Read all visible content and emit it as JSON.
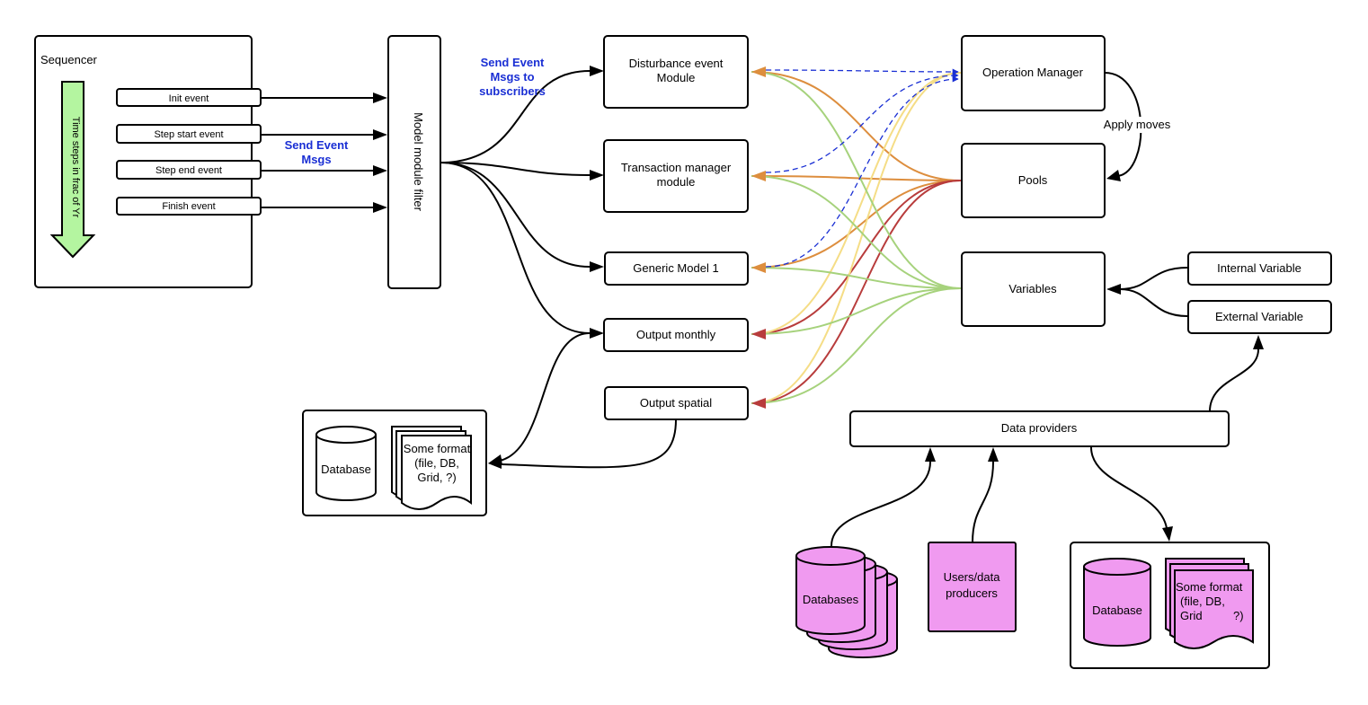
{
  "nodes": {
    "sequencer": "Sequencer",
    "time_steps": "Time steps in frac of Yr",
    "init_event": "Init event",
    "step_start_event": "Step start event",
    "step_end_event": "Step end event",
    "finish_event": "Finish event",
    "model_module_filter": "Model module filter",
    "disturbance_1": "Disturbance event",
    "disturbance_2": "Module",
    "transaction_1": "Transaction manager",
    "transaction_2": "module",
    "generic_model": "Generic Model 1",
    "output_monthly": "Output monthly",
    "output_spatial": "Output spatial",
    "operation_manager": "Operation Manager",
    "pools": "Pools",
    "variables": "Variables",
    "internal_variable": "Internal Variable",
    "external_variable": "External Variable",
    "data_providers": "Data providers",
    "databases": "Databases",
    "users_1": "Users/data",
    "users_2": "producers",
    "database_left": "Database",
    "format_left_1": "Some format",
    "format_left_2": "(file, DB,",
    "format_left_3": "Grid, ?)",
    "database_right": "Database",
    "format_right_1": "Some format",
    "format_right_2": "(file, DB,",
    "format_right_3a": "Grid",
    "format_right_3b": "?)"
  },
  "edge_labels": {
    "send_event_msgs_1": "Send Event",
    "send_event_msgs_2": "Msgs",
    "send_subscribers_1": "Send Event",
    "send_subscribers_2": "Msgs to",
    "send_subscribers_3": "subscribers",
    "apply_moves": "Apply moves"
  },
  "colors": {
    "arrow_fill": "#b4f5a0",
    "pink_fill": "#f09af0",
    "orange_link": "#dd8e3e",
    "green_link": "#a6d27c",
    "yellow_link": "#f5dd86",
    "red_link": "#b83c3c",
    "blue_dashed_link": "#1a2fd4",
    "label_blue": "#1a2fd4"
  }
}
